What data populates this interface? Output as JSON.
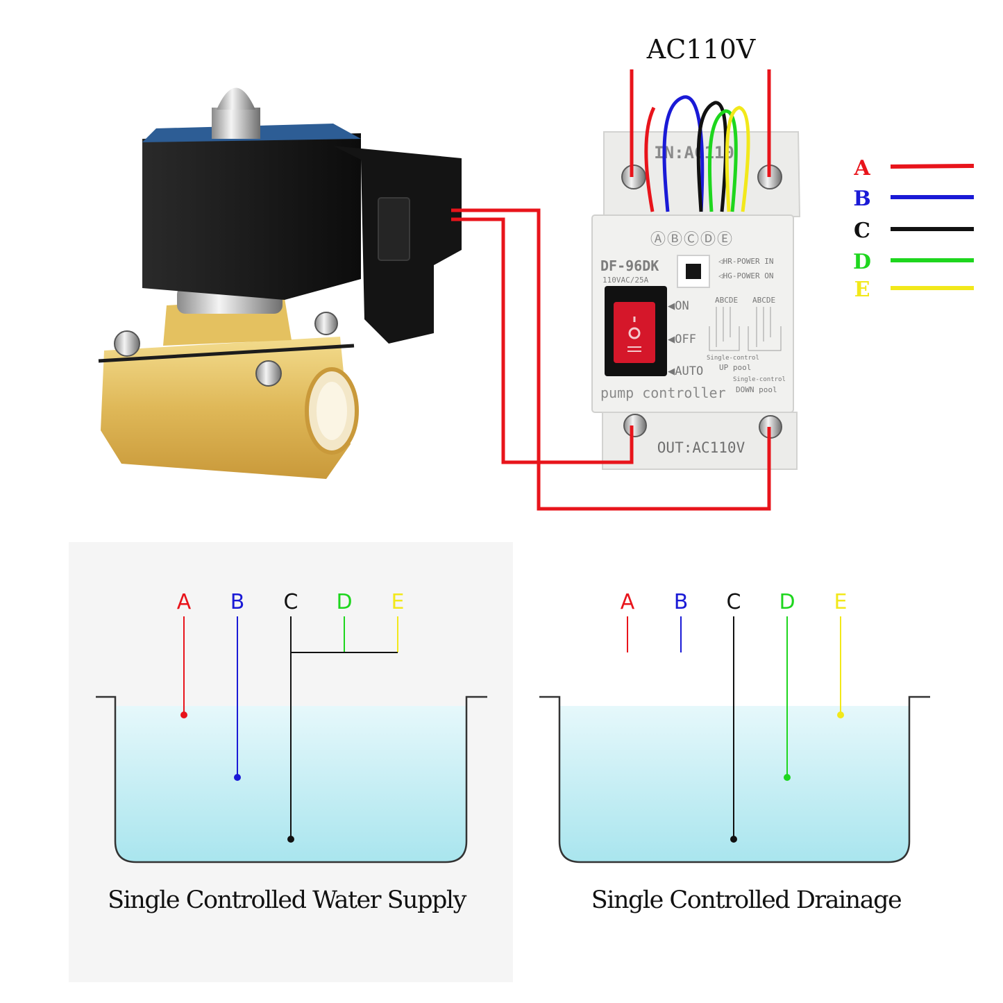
{
  "power": {
    "label": "AC110V"
  },
  "legend": [
    {
      "letter": "A",
      "color": "#e8141b"
    },
    {
      "letter": "B",
      "color": "#1a1ad6"
    },
    {
      "letter": "C",
      "color": "#111111"
    },
    {
      "letter": "D",
      "color": "#1ed61e"
    },
    {
      "letter": "E",
      "color": "#f2e81a"
    }
  ],
  "wire_color": "#e8141b",
  "controller": {
    "top_label": "IN:AC110",
    "terminal_letters": "ⒶⒷⒸⒹⒺ",
    "model": "DF-96DK",
    "rating": "110VAC/25A",
    "led_red_label": "◁HR-POWER IN",
    "led_green_label": "◁HG-POWER ON",
    "switch_on": "◀ON",
    "switch_off": "◀OFF",
    "switch_auto": "◀AUTO",
    "letters_a": "ABCDE",
    "letters_b": "ABCDE",
    "up_line1": "Single-control",
    "up_line2": "UP pool",
    "down_line1": "Single-control",
    "down_line2": "DOWN pool",
    "name": "pump controller",
    "out_label": "OUT:AC110V"
  },
  "tanks": [
    {
      "caption": "Single Controlled Water Supply",
      "labels": [
        "A",
        "B",
        "C",
        "D",
        "E"
      ]
    },
    {
      "caption": "Single Controlled Drainage",
      "labels": [
        "A",
        "B",
        "C",
        "D",
        "E"
      ]
    }
  ]
}
